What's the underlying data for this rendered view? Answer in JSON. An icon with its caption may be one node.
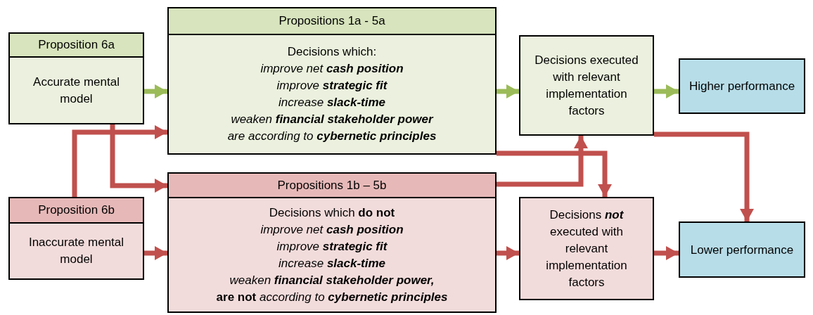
{
  "diagram": {
    "nodes": [
      {
        "text": [
          "Proposition 6a",
          "Accurate mental model"
        ]
      },
      {
        "text": [
          "Propositions 1a - 5a",
          "Decisions which:",
          "*improve net* **cash position**",
          "*improve* **strategic fit**",
          "*increase* **slack-time**",
          "*weaken* **financial stakeholder power**",
          "*are according to* **cybernetic principles**"
        ]
      },
      {
        "text": [
          "Decisions executed with relevant implementation factors"
        ]
      },
      {
        "text": [
          "Higher performance"
        ]
      },
      {
        "text": [
          "Proposition 6b",
          "Inaccurate mental model"
        ]
      },
      {
        "text": [
          "Propositions 1b – 5b",
          "Decisions which **do not**",
          "*improve net* **cash position**",
          "*improve* **strategic fit**",
          "*increase* **slack-time**",
          "*weaken* **financial stakeholder power,**",
          "**are not** *according to* **cybernetic principles**"
        ]
      },
      {
        "text": [
          "Decisions **not** executed with relevant implementation factors"
        ]
      },
      {
        "text": [
          "Lower performance"
        ]
      }
    ],
    "edges": [
      {
        "from": 0,
        "to": 1,
        "arrow": "to",
        "color": "#9bbb59"
      },
      {
        "from": 1,
        "to": 2,
        "arrow": "to",
        "color": "#9bbb59"
      },
      {
        "from": 2,
        "to": 3,
        "arrow": "to",
        "color": "#9bbb59"
      },
      {
        "from": 0,
        "to": 5,
        "arrow": "to"
      },
      {
        "from": 4,
        "to": 1,
        "arrow": "to"
      },
      {
        "from": 1,
        "to": 6,
        "arrow": "to"
      },
      {
        "from": 5,
        "to": 2,
        "arrow": "to"
      },
      {
        "from": 2,
        "to": 7,
        "arrow": "to"
      },
      {
        "from": 4,
        "to": 5,
        "arrow": "to"
      },
      {
        "from": 5,
        "to": 6,
        "arrow": "to"
      },
      {
        "from": 6,
        "to": 7,
        "arrow": "to"
      }
    ]
  }
}
